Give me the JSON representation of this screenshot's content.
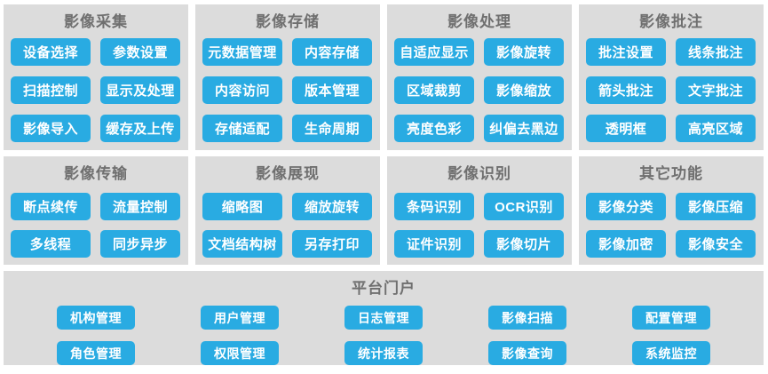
{
  "colors": {
    "page-bg": "#ffffff",
    "panel-bg": "#dcdcdc",
    "btn-bg": "#29abe2",
    "btn-text": "#ffffff",
    "title-color": "#6f6f6f"
  },
  "panels": [
    {
      "title": "影像采集",
      "buttons": [
        "设备选择",
        "参数设置",
        "扫描控制",
        "显示及处理",
        "影像导入",
        "缓存及上传"
      ]
    },
    {
      "title": "影像存储",
      "buttons": [
        "元数据管理",
        "内容存储",
        "内容访问",
        "版本管理",
        "存储适配",
        "生命周期"
      ]
    },
    {
      "title": "影像处理",
      "buttons": [
        "自适应显示",
        "影像旋转",
        "区域裁剪",
        "影像缩放",
        "亮度色彩",
        "纠偏去黑边"
      ]
    },
    {
      "title": "影像批注",
      "buttons": [
        "批注设置",
        "线条批注",
        "箭头批注",
        "文字批注",
        "透明框",
        "高亮区域"
      ]
    },
    {
      "title": "影像传输",
      "buttons": [
        "断点续传",
        "流量控制",
        "多线程",
        "同步异步"
      ]
    },
    {
      "title": "影像展现",
      "buttons": [
        "缩略图",
        "缩放旋转",
        "文档结构树",
        "另存打印"
      ]
    },
    {
      "title": "影像识别",
      "buttons": [
        "条码识别",
        "OCR识别",
        "证件识别",
        "影像切片"
      ]
    },
    {
      "title": "其它功能",
      "buttons": [
        "影像分类",
        "影像压缩",
        "影像加密",
        "影像安全"
      ]
    }
  ],
  "portal": {
    "title": "平台门户",
    "buttons": [
      "机构管理",
      "用户管理",
      "日志管理",
      "影像扫描",
      "配置管理",
      "角色管理",
      "权限管理",
      "统计报表",
      "影像查询",
      "系统监控"
    ]
  }
}
